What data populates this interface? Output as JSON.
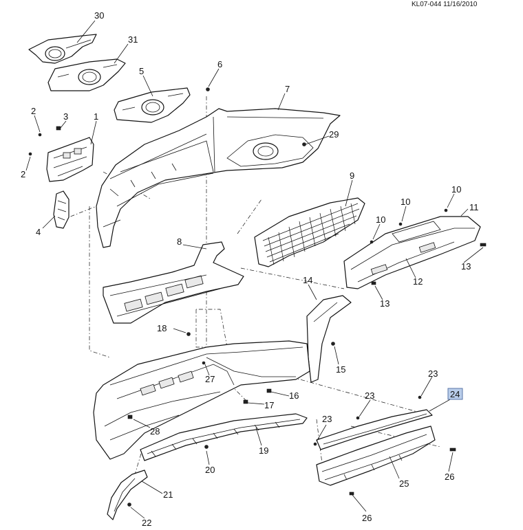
{
  "diagram_code": "KL07-044 11/16/2010",
  "highlighted_callout": "24",
  "callout_labels": {
    "c1": "1",
    "c2a": "2",
    "c2b": "2",
    "c3": "3",
    "c4": "4",
    "c5": "5",
    "c6": "6",
    "c7": "7",
    "c8": "8",
    "c9": "9",
    "c10a": "10",
    "c10b": "10",
    "c10c": "10",
    "c11": "11",
    "c12": "12",
    "c13a": "13",
    "c13b": "13",
    "c14": "14",
    "c15": "15",
    "c16": "16",
    "c17": "17",
    "c18": "18",
    "c19": "19",
    "c20": "20",
    "c21": "21",
    "c22": "22",
    "c23a": "23",
    "c23b": "23",
    "c23c": "23",
    "c24": "24",
    "c25": "25",
    "c26a": "26",
    "c26b": "26",
    "c27": "27",
    "c28": "28",
    "c29": "29",
    "c30": "30",
    "c31": "31"
  }
}
